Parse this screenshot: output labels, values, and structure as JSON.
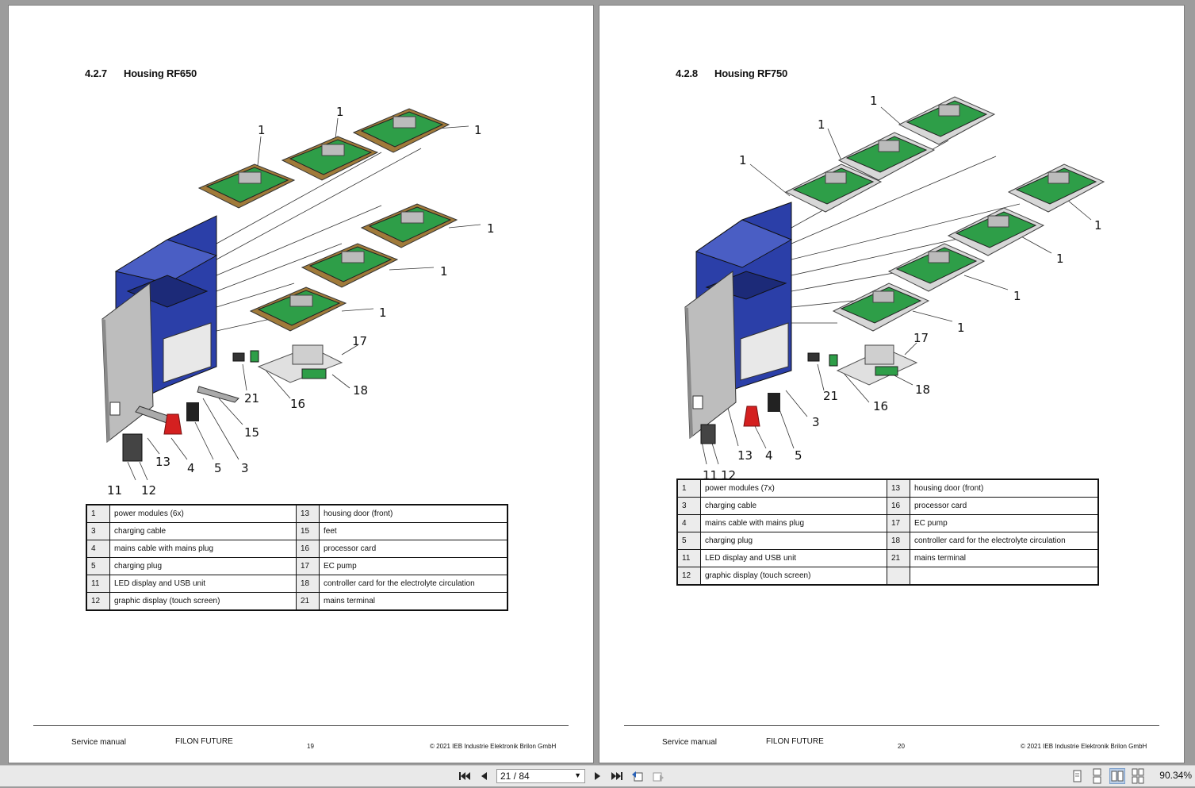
{
  "pages": [
    {
      "section_number": "4.2.7",
      "section_title": "Housing RF650",
      "callouts": [
        "1",
        "1",
        "1",
        "1",
        "1",
        "1",
        "17",
        "21",
        "16",
        "18",
        "15",
        "13",
        "4",
        "5",
        "3",
        "11",
        "12"
      ],
      "legend": [
        [
          "1",
          "power modules (6x)",
          "13",
          "housing door (front)"
        ],
        [
          "3",
          "charging cable",
          "15",
          "feet"
        ],
        [
          "4",
          "mains cable with mains plug",
          "16",
          "processor card"
        ],
        [
          "5",
          "charging plug",
          "17",
          "EC pump"
        ],
        [
          "11",
          "LED display and USB unit",
          "18",
          "controller card for the electrolyte circulation"
        ],
        [
          "12",
          "graphic display (touch screen)",
          "21",
          "mains terminal"
        ]
      ],
      "footer_left": "Service manual",
      "footer_product": "FILON FUTURE",
      "page_number": "19",
      "copyright": "© 2021 IEB Industrie Elektronik Brilon GmbH"
    },
    {
      "section_number": "4.2.8",
      "section_title": "Housing RF750",
      "callouts": [
        "1",
        "1",
        "1",
        "1",
        "1",
        "1",
        "1",
        "17",
        "21",
        "16",
        "18",
        "3",
        "13",
        "4",
        "5",
        "11",
        "12"
      ],
      "legend": [
        [
          "1",
          "power modules (7x)",
          "13",
          "housing door (front)"
        ],
        [
          "3",
          "charging cable",
          "16",
          "processor card"
        ],
        [
          "4",
          "mains cable with mains plug",
          "17",
          "EC pump"
        ],
        [
          "5",
          "charging plug",
          "18",
          "controller card for the electrolyte circulation"
        ],
        [
          "11",
          "LED display and USB unit",
          "21",
          "mains terminal"
        ],
        [
          "12",
          "graphic display (touch screen)",
          "",
          ""
        ]
      ],
      "footer_left": "Service manual",
      "footer_product": "FILON FUTURE",
      "page_number": "20",
      "copyright": "© 2021 IEB Industrie Elektronik Brilon GmbH"
    }
  ],
  "toolbar": {
    "page_indicator": "21 / 84",
    "zoom": "90.34%"
  },
  "colors": {
    "housing_blue": "#2b3fa8",
    "board_green": "#2e9e48",
    "board_brown": "#a07a3a",
    "plug_red": "#d42020"
  }
}
